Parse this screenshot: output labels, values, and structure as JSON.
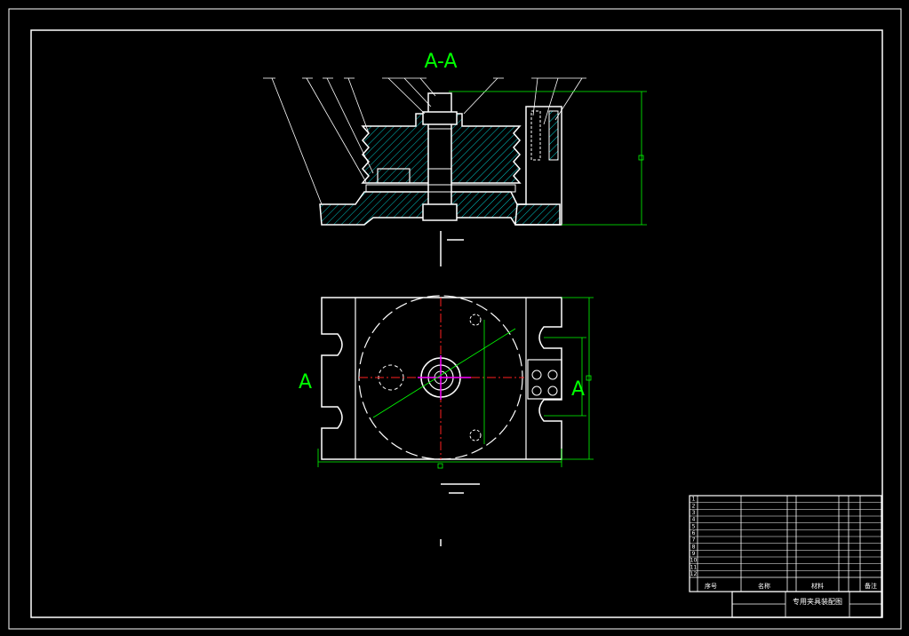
{
  "drawing": {
    "section_title": "A-A",
    "section_marks": [
      "A",
      "A"
    ],
    "title_block": {
      "row_labels": [
        "1",
        "2",
        "3",
        "4",
        "5",
        "6",
        "7",
        "8",
        "9",
        "10",
        "11",
        "12"
      ],
      "footer_labels": [
        "序号",
        "名称",
        "材料",
        "备注"
      ],
      "drawing_title": "专用夹具装配图"
    }
  },
  "colors": {
    "background": "#000000",
    "outline": "#ffffff",
    "hatch": "#00c8c8",
    "dimension": "#00ff00",
    "centerline": "#ff2020",
    "magenta": "#ff00ff",
    "frame": "#ffffff"
  }
}
